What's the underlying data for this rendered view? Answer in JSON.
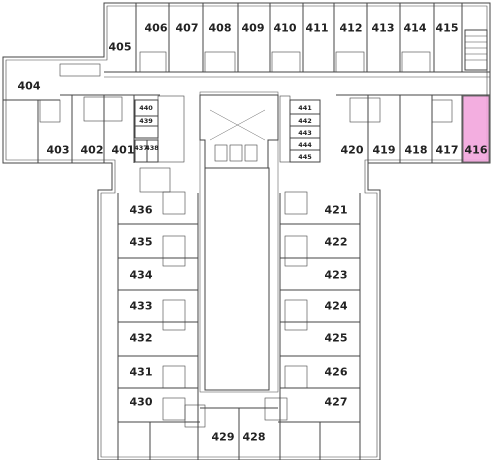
{
  "highlight_color": "#f2a6dd",
  "wall_color": "#444444",
  "highlighted_room": "416",
  "rooms": {
    "r401": "401",
    "r402": "402",
    "r403": "403",
    "r404": "404",
    "r405": "405",
    "r406": "406",
    "r407": "407",
    "r408": "408",
    "r409": "409",
    "r410": "410",
    "r411": "411",
    "r412": "412",
    "r413": "413",
    "r414": "414",
    "r415": "415",
    "r416": "416",
    "r417": "417",
    "r418": "418",
    "r419": "419",
    "r420": "420",
    "r421": "421",
    "r422": "422",
    "r423": "423",
    "r424": "424",
    "r425": "425",
    "r426": "426",
    "r427": "427",
    "r428": "428",
    "r429": "429",
    "r430": "430",
    "r431": "431",
    "r432": "432",
    "r433": "433",
    "r434": "434",
    "r435": "435",
    "r436": "436",
    "r437": "437",
    "r438": "438",
    "r439": "439",
    "r440": "440",
    "r441": "441",
    "r442": "442",
    "r443": "443",
    "r444": "444",
    "r445": "445"
  }
}
